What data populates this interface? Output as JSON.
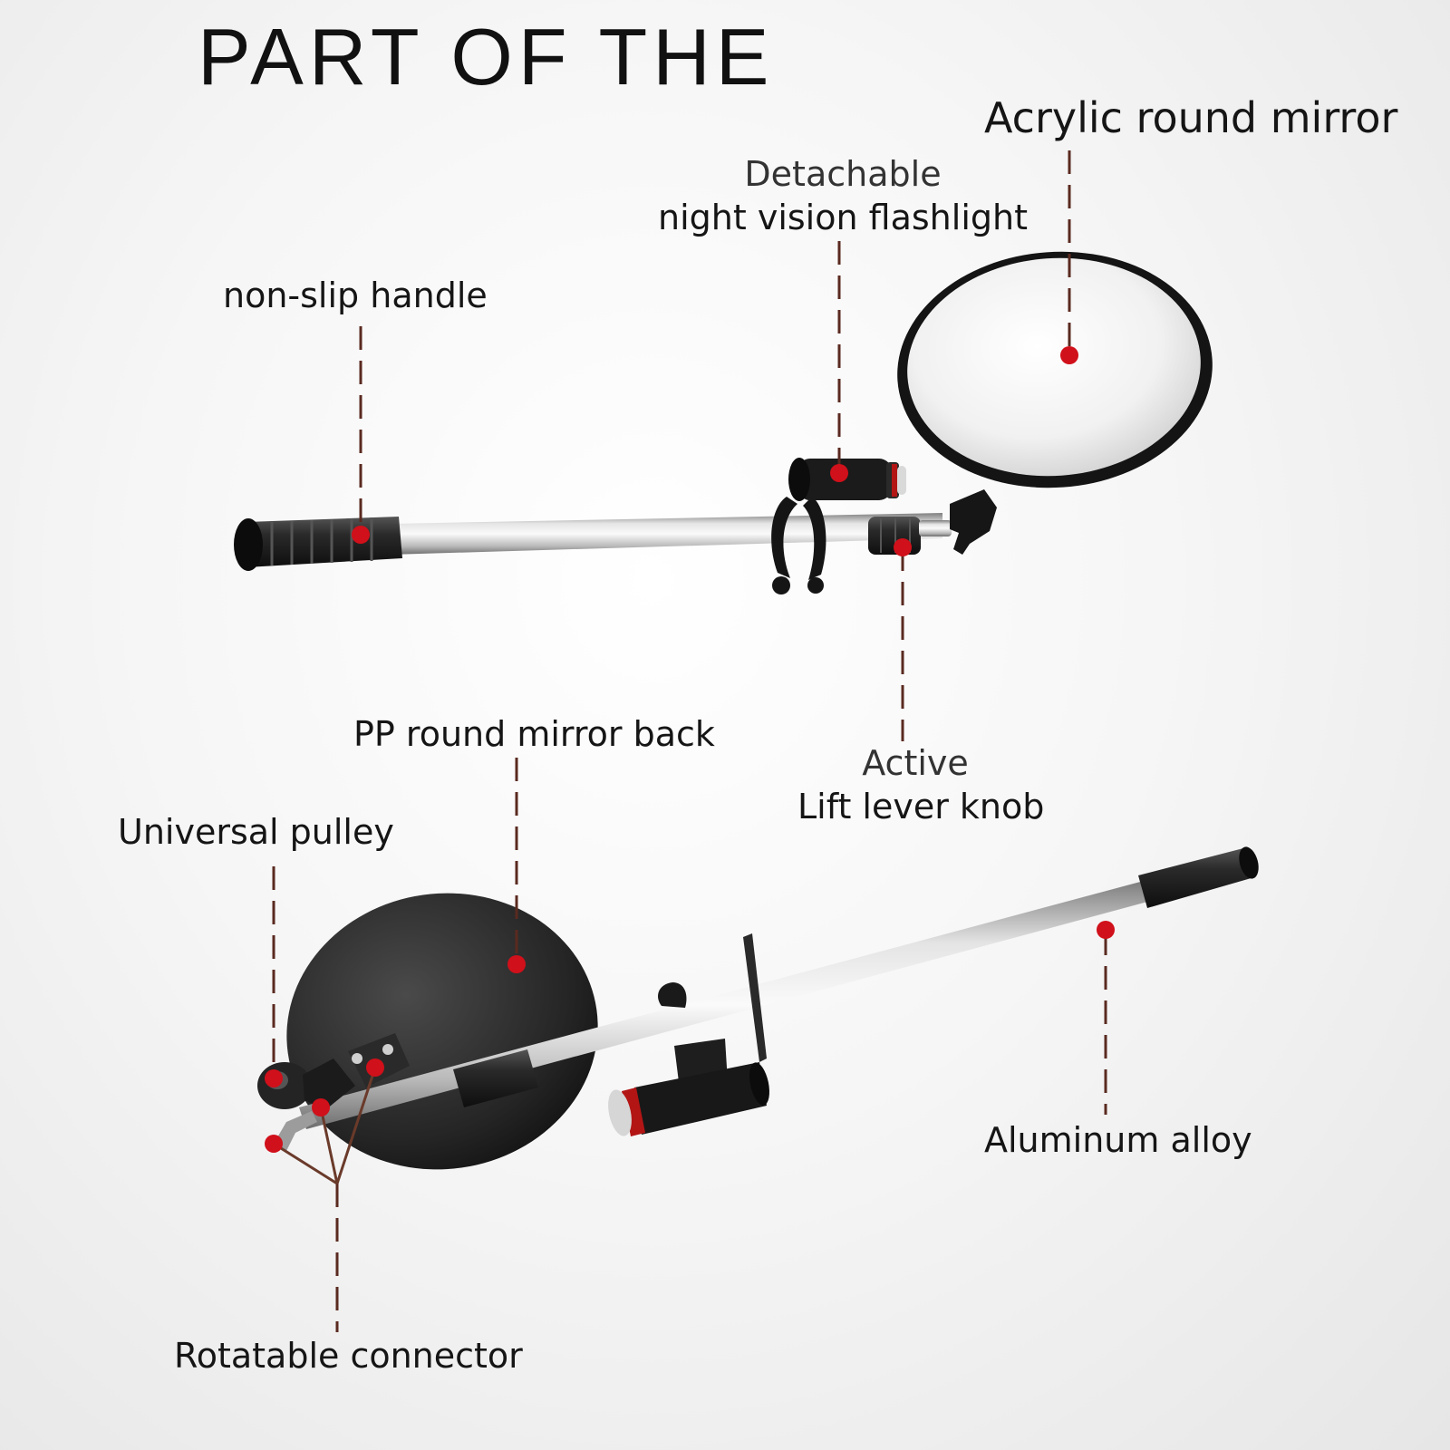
{
  "title": "PART OF THE",
  "labels": {
    "acrylic_mirror": "Acrylic round mirror",
    "flashlight_line1": "Detachable",
    "flashlight_line2": "night vision flashlight",
    "handle": "non-slip handle",
    "mirror_back": "PP round mirror back",
    "knob_line1": "Active",
    "knob_line2": "Lift lever knob",
    "pulley": "Universal pulley",
    "aluminum": "Aluminum alloy",
    "connector": "Rotatable connector"
  },
  "colors": {
    "marker": "#d0101a",
    "leader": "#5a2a20",
    "text": "#151515"
  }
}
